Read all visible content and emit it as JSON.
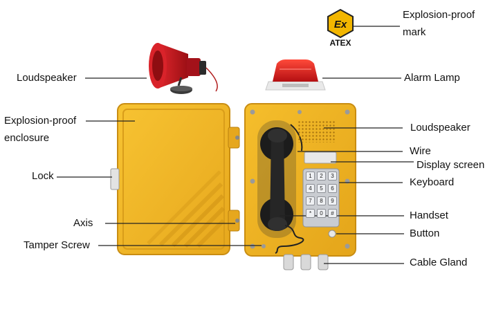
{
  "mark": {
    "symbol": "Ex",
    "text": "ATEX",
    "color": "#f2b600"
  },
  "keypad": {
    "keys": [
      "1",
      "2",
      "3",
      "4",
      "5",
      "6",
      "7",
      "8",
      "9",
      "*",
      "0",
      "#"
    ]
  },
  "labels": {
    "explosion_mark_line1": "Explosion-proof",
    "explosion_mark_line2": "mark",
    "loudspeaker_left": "Loudspeaker",
    "alarm_lamp": "Alarm Lamp",
    "enclosure_line1": "Explosion-proof",
    "enclosure_line2": "enclosure",
    "loudspeaker_right": "Loudspeaker",
    "wire": "Wire",
    "display_screen": "Display screen",
    "lock": "Lock",
    "keyboard": "Keyboard",
    "axis": "Axis",
    "handset": "Handset",
    "button": "Button",
    "tamper_screw": "Tamper Screw",
    "cable_gland": "Cable Gland"
  },
  "colors": {
    "enclosure": "#f0b424",
    "enclosure_dark": "#c98d12",
    "speaker_red": "#c8161d",
    "lamp_red": "#d41c1c",
    "handset": "#1f1f1f",
    "keypad": "#c9ccd1"
  }
}
